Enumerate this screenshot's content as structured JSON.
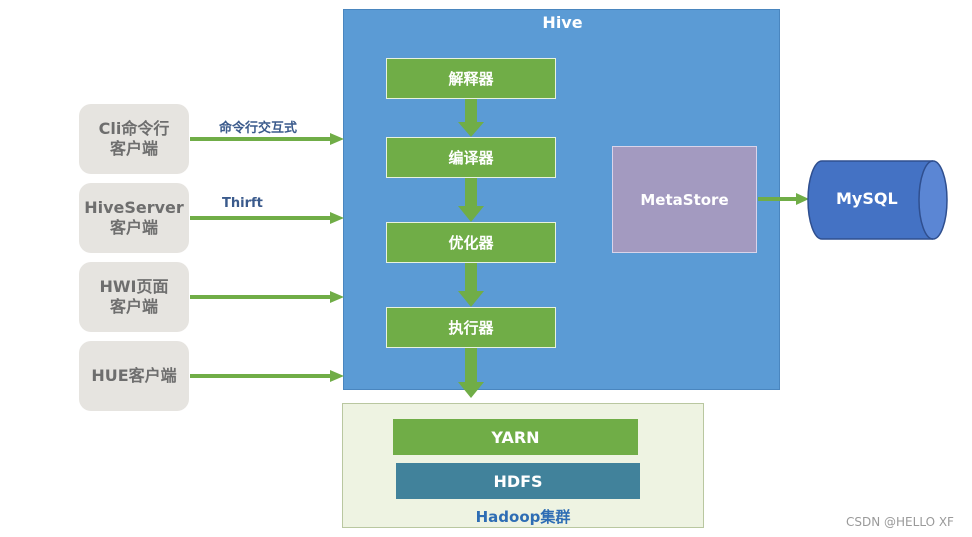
{
  "clients": [
    {
      "label": "Cli命令行\n客户端"
    },
    {
      "label": "HiveServer\n客户端"
    },
    {
      "label": "HWI页面\n客户端"
    },
    {
      "label": "HUE客户端"
    }
  ],
  "connections": {
    "cli_label": "命令行交互式",
    "hiveserver_label": "Thirft"
  },
  "hive": {
    "title": "Hive",
    "stages": [
      "解释器",
      "编译器",
      "优化器",
      "执行器"
    ],
    "metastore": "MetaStore"
  },
  "database": {
    "label": "MySQL"
  },
  "hadoop": {
    "title": "Hadoop集群",
    "yarn": "YARN",
    "hdfs": "HDFS"
  },
  "watermark": "CSDN @HELLO XF",
  "colors": {
    "arrow": "#70ad47",
    "hive_bg": "#5b9bd5",
    "stage_bg": "#70ad47",
    "metastore_bg": "#a39ac0",
    "mysql_bg": "#4472c4",
    "hdfs_bg": "#41829b",
    "hadoop_bg": "#eef3e2",
    "client_bg": "#e6e4e0"
  }
}
